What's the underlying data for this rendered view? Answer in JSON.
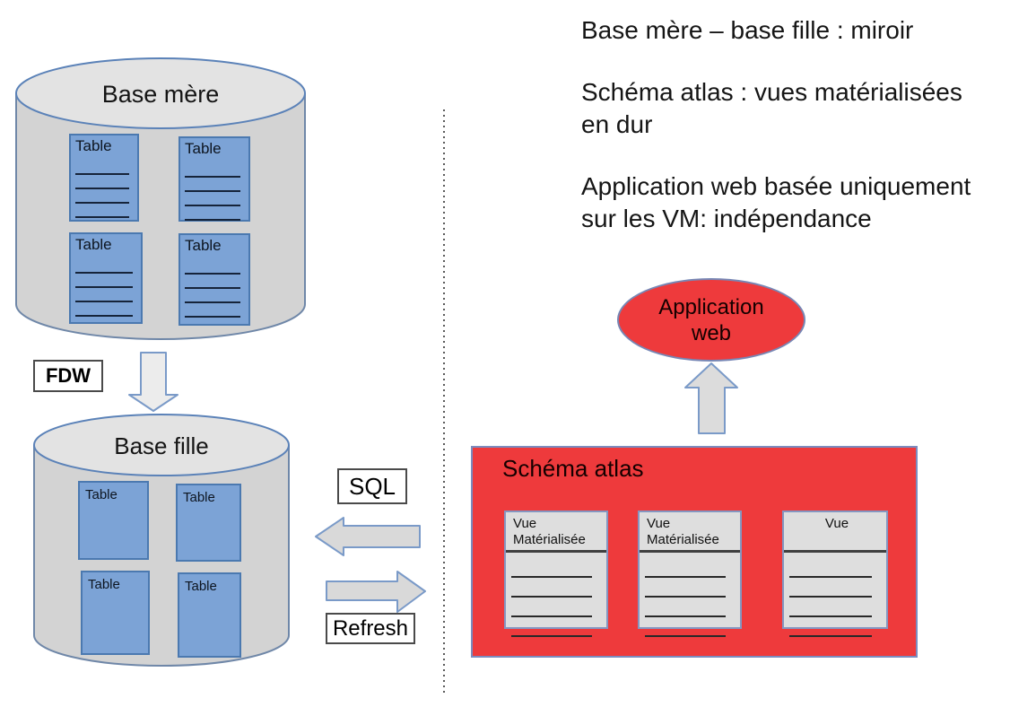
{
  "left_panel": {
    "base_mere": {
      "title": "Base mère",
      "tables": [
        "Table",
        "Table",
        "Table",
        "Table"
      ]
    },
    "fdw": {
      "label": "FDW"
    },
    "base_fille": {
      "title": "Base fille",
      "tables": [
        "Table",
        "Table",
        "Table",
        "Table"
      ]
    },
    "sql": {
      "label": "SQL"
    },
    "refresh": {
      "label": "Refresh"
    }
  },
  "right_panel": {
    "notes": [
      {
        "lines": [
          "Base mère – base fille : miroir",
          ""
        ]
      },
      {
        "lines": [
          "Schéma atlas : vues matérialisées",
          "en dur"
        ]
      },
      {
        "lines": [
          "Application web basée uniquement",
          "sur les VM: indépendance"
        ]
      }
    ],
    "application_web": {
      "lines": [
        "Application",
        "web"
      ]
    },
    "schema_atlas": {
      "title": "Schéma atlas",
      "views": [
        {
          "title": "Vue Matérialisée"
        },
        {
          "title": "Vue Matérialisée"
        },
        {
          "title": "Vue"
        }
      ]
    }
  },
  "colors": {
    "table_blue": "#7CA3D6",
    "table_border": "#4B79B0",
    "cylinder_gray": "#D3D3D3",
    "cylinder_top_gray": "#E3E3E3",
    "cylinder_stroke": "#5B82B8",
    "arrow_fill": "#DDDDDD",
    "arrow_stroke": "#7A9AC8",
    "accent_red": "#EE3A3C",
    "red_border": "#7B8CBF",
    "view_gray": "#DEDEDE",
    "tag_border": "#4A4A4A"
  }
}
